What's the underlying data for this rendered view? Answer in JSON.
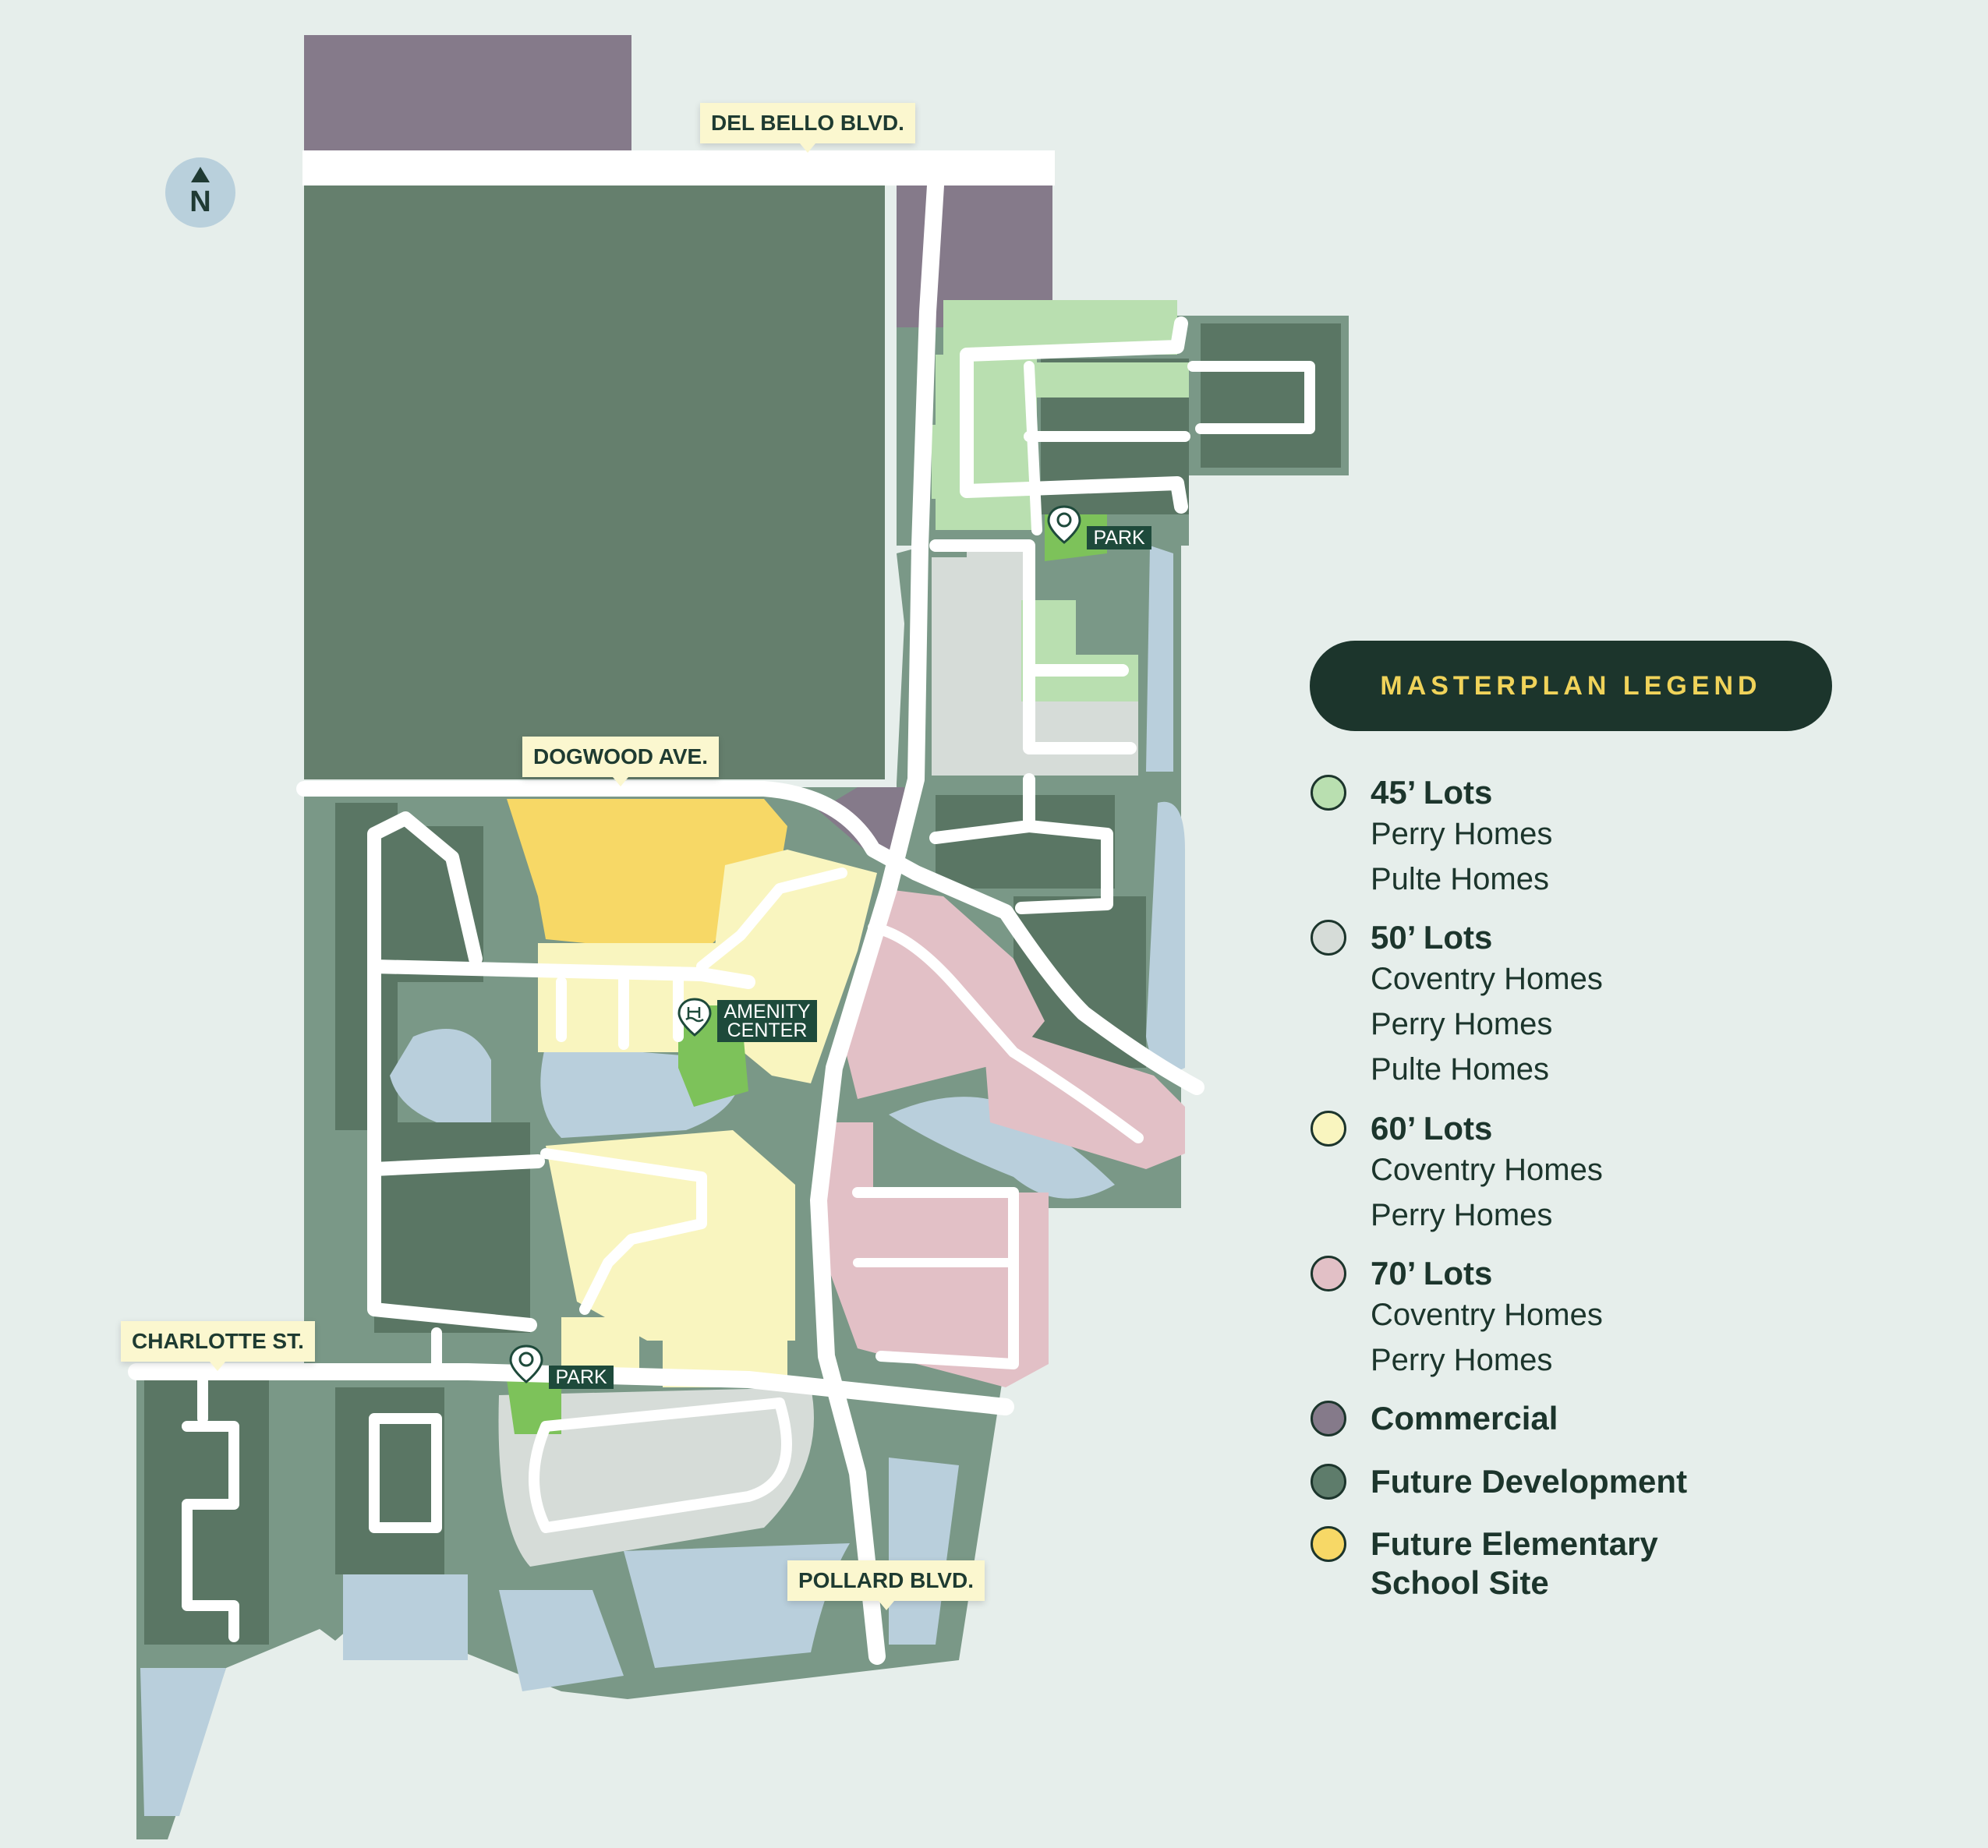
{
  "streets": {
    "del_bello": "DEL BELLO BLVD.",
    "dogwood": "DOGWOOD AVE.",
    "charlotte": "CHARLOTTE ST.",
    "pollard": "POLLARD BLVD."
  },
  "compass": {
    "letter": "N"
  },
  "pois": {
    "park_north": "PARK",
    "amenity_line1": "AMENITY",
    "amenity_line2": "CENTER",
    "park_south": "PARK"
  },
  "legend": {
    "title": "MASTERPLAN LEGEND",
    "items": [
      {
        "label": "45’ Lots",
        "color": "#b9dfb0",
        "builders": [
          "Perry Homes",
          "Pulte Homes"
        ]
      },
      {
        "label": "50’ Lots",
        "color": "#d6dcd8",
        "builders": [
          "Coventry Homes",
          "Perry Homes",
          "Pulte Homes"
        ]
      },
      {
        "label": "60’ Lots",
        "color": "#f9f5bf",
        "builders": [
          "Coventry Homes",
          "Perry Homes"
        ]
      },
      {
        "label": "70’ Lots",
        "color": "#e2c0c6",
        "builders": [
          "Coventry Homes",
          "Perry Homes"
        ]
      },
      {
        "label": "Commercial",
        "color": "#857a8a",
        "builders": []
      },
      {
        "label": "Future Development",
        "color": "#5e7c6b",
        "builders": []
      },
      {
        "label": "Future Elementary",
        "label_line2": "School Site",
        "color": "#f7d866",
        "builders": []
      }
    ]
  },
  "colors": {
    "background": "#e6eeeb",
    "site": "#7a9887",
    "future_development": "#657f6d",
    "commercial": "#857a8a",
    "school": "#f7d866",
    "lots_45": "#b9dfb0",
    "lots_50": "#d6dcd8",
    "lots_60": "#f9f5bf",
    "lots_70": "#e2c0c6",
    "water": "#b9cfdc",
    "road": "#ffffff",
    "park": "#7dc25a"
  }
}
